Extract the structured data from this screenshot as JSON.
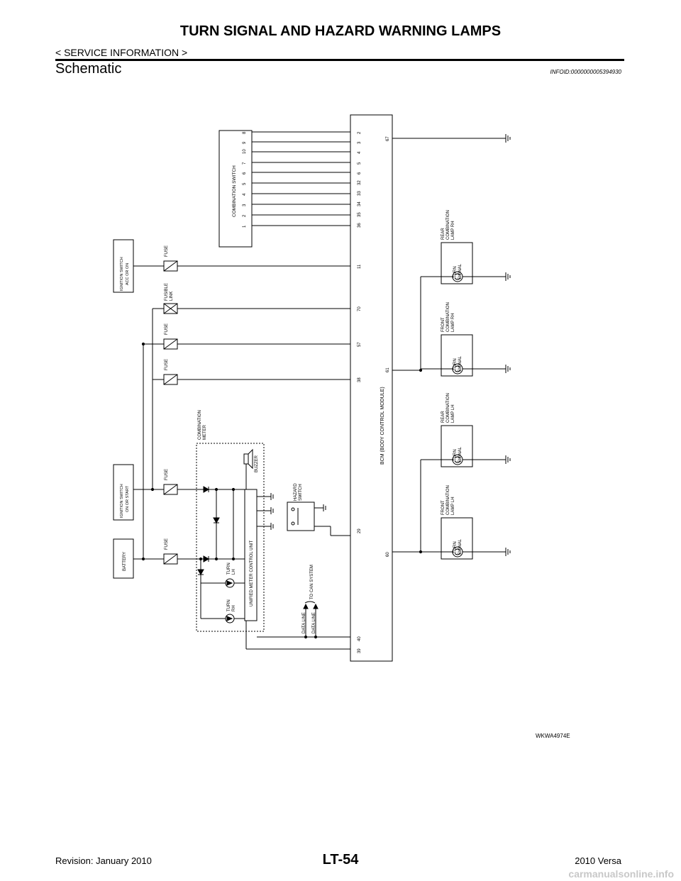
{
  "header": {
    "title": "TURN SIGNAL AND HAZARD WARNING LAMPS",
    "subtitle": "< SERVICE INFORMATION >"
  },
  "section": {
    "title": "Schematic",
    "info_id": "INFOID:0000000005394930"
  },
  "diagram": {
    "bcm_label": "BCM (BODY CONTROL MODULE)",
    "combination_switch": "COMBINATION SWITCH",
    "cs_pins": [
      "1",
      "2",
      "3",
      "4",
      "5",
      "6",
      "7",
      "10",
      "9",
      "8"
    ],
    "bcm_cs_pins": [
      "36",
      "35",
      "34",
      "33",
      "32",
      "6",
      "5",
      "4",
      "3",
      "2"
    ],
    "ign_acc": "IGNITION SWITCH ACC OR ON",
    "ign_on": "IGNITION SWITCH ON OR START",
    "battery": "BATTERY",
    "fuse": "FUSE",
    "fusible_link": "FUSIBLE LINK",
    "combination_meter": "COMBINATION METER",
    "buzzer": "BUZZER",
    "unified_meter": "UNIFIED METER CONTROL UNIT",
    "turn_lh": "TURN LH",
    "turn_rh": "TURN RH",
    "hazard_switch": "HAZARD SWITCH",
    "to_can": "TO CAN SYSTEM",
    "data_line": "DATA LINE",
    "turn_signal": "TURN SIGNAL",
    "rear_rh": "REAR COMBINATION LAMP RH",
    "front_rh": "FRONT COMBINATION LAMP RH",
    "rear_lh": "REAR COMBINATION LAMP LH",
    "front_lh": "FRONT COMBINATION LAMP LH",
    "pins": {
      "p67": "67",
      "p11": "11",
      "p70": "70",
      "p57": "57",
      "p38": "38",
      "p61": "61",
      "p29": "29",
      "p60": "60",
      "p40": "40",
      "p39": "39"
    }
  },
  "figure_code": "WKWA4974E",
  "footer": {
    "revision": "Revision: January 2010",
    "page": "LT-54",
    "model": "2010 Versa",
    "watermark": "carmanualsonline.info"
  }
}
